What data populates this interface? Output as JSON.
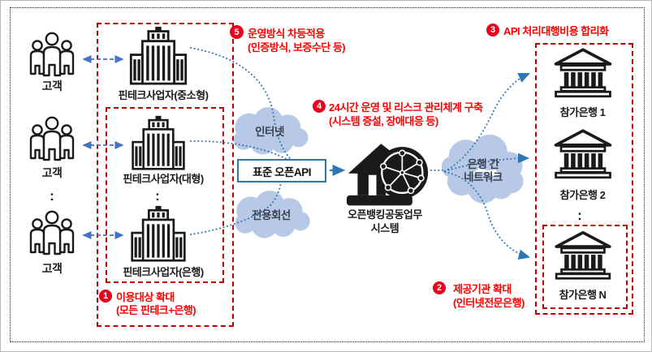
{
  "customers": {
    "items": [
      {
        "label": "고객"
      },
      {
        "label": "고객"
      },
      {
        "label": "고객"
      }
    ],
    "ellipsis": ":"
  },
  "fintech_group": {
    "items": [
      {
        "label": "핀테크사업자(중소형)"
      },
      {
        "label": "핀테크사업자(대형)"
      },
      {
        "label": "핀테크사업자(은행)"
      }
    ],
    "ellipsis": ":"
  },
  "channels": {
    "internet": "인터넷",
    "dedicated_line": "전용회선",
    "standard_open_api": "표준 오픈API"
  },
  "center_system": {
    "name_line1": "오픈뱅킹공동업무",
    "name_line2": "시스템"
  },
  "interbank_network": {
    "line1": "은행 간",
    "line2": "네트워크"
  },
  "participating_banks": {
    "items": [
      {
        "label": "참가은행 1"
      },
      {
        "label": "참가은행 2"
      },
      {
        "label": "참가은행 N"
      }
    ],
    "ellipsis": ":"
  },
  "annotations": [
    {
      "num": "1",
      "title": "이용대상 확대",
      "detail": "(모든 핀테크+은행)"
    },
    {
      "num": "2",
      "title": "제공기관 확대",
      "detail": "(인터넷전문은행)"
    },
    {
      "num": "3",
      "title": "API 처리대행비용 합리화",
      "detail": ""
    },
    {
      "num": "4",
      "title": "24시간 운영 및 리스크 관리체계 구축",
      "detail": "(시스템 증설, 장애대응 등)"
    },
    {
      "num": "5",
      "title": "운영방식 차등적용",
      "detail": "(인증방식, 보증수단 등)"
    }
  ],
  "colors": {
    "box_dash_red": "#c00000",
    "annotation_red": "#ff0000",
    "badge_red": "#e8001c",
    "connector_blue": "#2e75b6",
    "arrow_blue": "#4472c4",
    "cloud_fill": "#b7c9e6"
  }
}
